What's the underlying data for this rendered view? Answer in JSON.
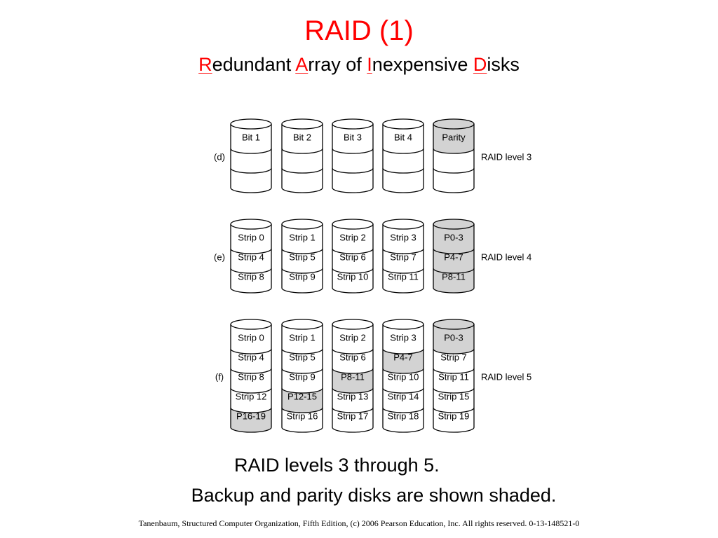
{
  "title": "RAID (1)",
  "subtitle": {
    "parts": [
      {
        "text": "R",
        "highlight": true
      },
      {
        "text": "edundant ",
        "highlight": false
      },
      {
        "text": "A",
        "highlight": true
      },
      {
        "text": "rray of ",
        "highlight": false
      },
      {
        "text": "I",
        "highlight": true
      },
      {
        "text": "nexpensive ",
        "highlight": false
      },
      {
        "text": "D",
        "highlight": true
      },
      {
        "text": "isks",
        "highlight": false
      }
    ]
  },
  "colors": {
    "title": "#ff0000",
    "highlight": "#ff0000",
    "shade": "#d3d3d3",
    "outline": "#000000"
  },
  "diagram": {
    "groups": [
      {
        "tag": "(d)",
        "level_label": "RAID level 3",
        "disks": [
          {
            "cells": [
              {
                "text": "Bit 1",
                "shaded": false
              },
              {
                "text": "",
                "shaded": false
              },
              {
                "text": "",
                "shaded": false
              }
            ]
          },
          {
            "cells": [
              {
                "text": "Bit 2",
                "shaded": false
              },
              {
                "text": "",
                "shaded": false
              },
              {
                "text": "",
                "shaded": false
              }
            ]
          },
          {
            "cells": [
              {
                "text": "Bit 3",
                "shaded": false
              },
              {
                "text": "",
                "shaded": false
              },
              {
                "text": "",
                "shaded": false
              }
            ]
          },
          {
            "cells": [
              {
                "text": "Bit 4",
                "shaded": false
              },
              {
                "text": "",
                "shaded": false
              },
              {
                "text": "",
                "shaded": false
              }
            ]
          },
          {
            "cells": [
              {
                "text": "Parity",
                "shaded": true
              },
              {
                "text": "",
                "shaded": false
              },
              {
                "text": "",
                "shaded": false
              }
            ]
          }
        ]
      },
      {
        "tag": "(e)",
        "level_label": "RAID level 4",
        "disks": [
          {
            "cells": [
              {
                "text": "Strip 0",
                "shaded": false
              },
              {
                "text": "Strip 4",
                "shaded": false
              },
              {
                "text": "Strip 8",
                "shaded": false
              }
            ]
          },
          {
            "cells": [
              {
                "text": "Strip 1",
                "shaded": false
              },
              {
                "text": "Strip 5",
                "shaded": false
              },
              {
                "text": "Strip 9",
                "shaded": false
              }
            ]
          },
          {
            "cells": [
              {
                "text": "Strip 2",
                "shaded": false
              },
              {
                "text": "Strip 6",
                "shaded": false
              },
              {
                "text": "Strip 10",
                "shaded": false
              }
            ]
          },
          {
            "cells": [
              {
                "text": "Strip 3",
                "shaded": false
              },
              {
                "text": "Strip 7",
                "shaded": false
              },
              {
                "text": "Strip 11",
                "shaded": false
              }
            ]
          },
          {
            "cells": [
              {
                "text": "P0-3",
                "shaded": true
              },
              {
                "text": "P4-7",
                "shaded": true
              },
              {
                "text": "P8-11",
                "shaded": true
              }
            ]
          }
        ]
      },
      {
        "tag": "(f)",
        "level_label": "RAID level 5",
        "disks": [
          {
            "cells": [
              {
                "text": "Strip 0",
                "shaded": false
              },
              {
                "text": "Strip 4",
                "shaded": false
              },
              {
                "text": "Strip 8",
                "shaded": false
              },
              {
                "text": "Strip 12",
                "shaded": false
              },
              {
                "text": "P16-19",
                "shaded": true
              }
            ]
          },
          {
            "cells": [
              {
                "text": "Strip 1",
                "shaded": false
              },
              {
                "text": "Strip 5",
                "shaded": false
              },
              {
                "text": "Strip 9",
                "shaded": false
              },
              {
                "text": "P12-15",
                "shaded": true
              },
              {
                "text": "Strip 16",
                "shaded": false
              }
            ]
          },
          {
            "cells": [
              {
                "text": "Strip 2",
                "shaded": false
              },
              {
                "text": "Strip 6",
                "shaded": false
              },
              {
                "text": "P8-11",
                "shaded": true
              },
              {
                "text": "Strip 13",
                "shaded": false
              },
              {
                "text": "Strip 17",
                "shaded": false
              }
            ]
          },
          {
            "cells": [
              {
                "text": "Strip 3",
                "shaded": false
              },
              {
                "text": "P4-7",
                "shaded": true
              },
              {
                "text": "Strip 10",
                "shaded": false
              },
              {
                "text": "Strip 14",
                "shaded": false
              },
              {
                "text": "Strip 18",
                "shaded": false
              }
            ]
          },
          {
            "cells": [
              {
                "text": "P0-3",
                "shaded": true
              },
              {
                "text": "Strip 7",
                "shaded": false
              },
              {
                "text": "Strip 11",
                "shaded": false
              },
              {
                "text": "Strip 15",
                "shaded": false
              },
              {
                "text": "Strip 19",
                "shaded": false
              }
            ]
          }
        ]
      }
    ]
  },
  "caption": {
    "line1": "RAID levels 3 through 5.",
    "line2": "Backup and parity disks are shown shaded."
  },
  "footer": "Tanenbaum, Structured Computer Organization, Fifth Edition, (c) 2006 Pearson Education, Inc. All rights reserved. 0-13-148521-0"
}
